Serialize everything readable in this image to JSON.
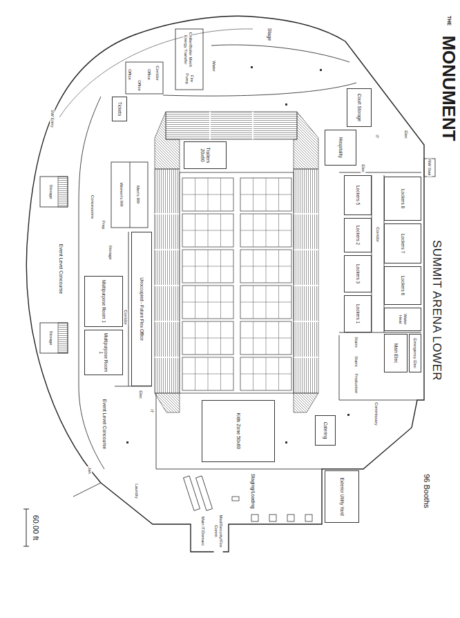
{
  "diagram": {
    "title": "SUMMIT ARENA LOWER",
    "nodes": [
      {
        "text": [
          "Trailers 20x60"
        ]
      },
      {
        "text": [
          "Kids Zone 50x60"
        ]
      },
      {
        "text": [
          "Multipurpose Room 1"
        ]
      },
      {
        "text": [
          "Multipurpose Room 1"
        ]
      },
      {
        "text": [
          "Unoccupied - Future Flex Office"
        ]
      },
      {
        "text": [
          "Lockers 8"
        ]
      },
      {
        "text": [
          "Lockers 7"
        ]
      },
      {
        "text": [
          "Lockers 6"
        ]
      },
      {
        "text": [
          "Water Heat"
        ]
      },
      {
        "text": [
          "Emergency Elec"
        ]
      },
      {
        "text": [
          "Main Elec"
        ]
      },
      {
        "text": [
          "Lockers 5"
        ]
      },
      {
        "text": [
          "Lockers 2"
        ]
      },
      {
        "text": [
          "Lockers 3"
        ]
      },
      {
        "text": [
          "Lockers 1"
        ]
      },
      {
        "text": [
          "Hospitality"
        ]
      },
      {
        "text": [
          "Court Storage"
        ]
      },
      {
        "text": [
          "Catering"
        ]
      },
      {
        "text": [
          "Tickets"
        ]
      },
      {
        "text": [
          "Exterior Utility Yard"
        ]
      }
    ],
    "labels": [
      "THE",
      "MONUMENT",
      "96 Booths",
      "Stage",
      "Chiller/Boiler Mech Energy Transfer",
      "Fire Pump",
      "Water",
      "Office",
      "Office",
      "Office",
      "Corridor",
      "SW Entry",
      "Storage",
      "Storage",
      "Event Level Concourse",
      "Event Level Concourse",
      "Concessions",
      "Prep",
      "Storage",
      "Men's RR",
      "Women's RR",
      "Corridor",
      "Elec",
      "IT",
      "Jan",
      "Laundry",
      "Staging/Loading",
      "Main IT/Demarc",
      "Med/Security/Fire Comm",
      "Commissary",
      "Production",
      "Stairs",
      "Stairs",
      "Corridor",
      "Elec",
      "IT",
      "Elec",
      "NW Stair",
      "60.00 ft"
    ]
  }
}
